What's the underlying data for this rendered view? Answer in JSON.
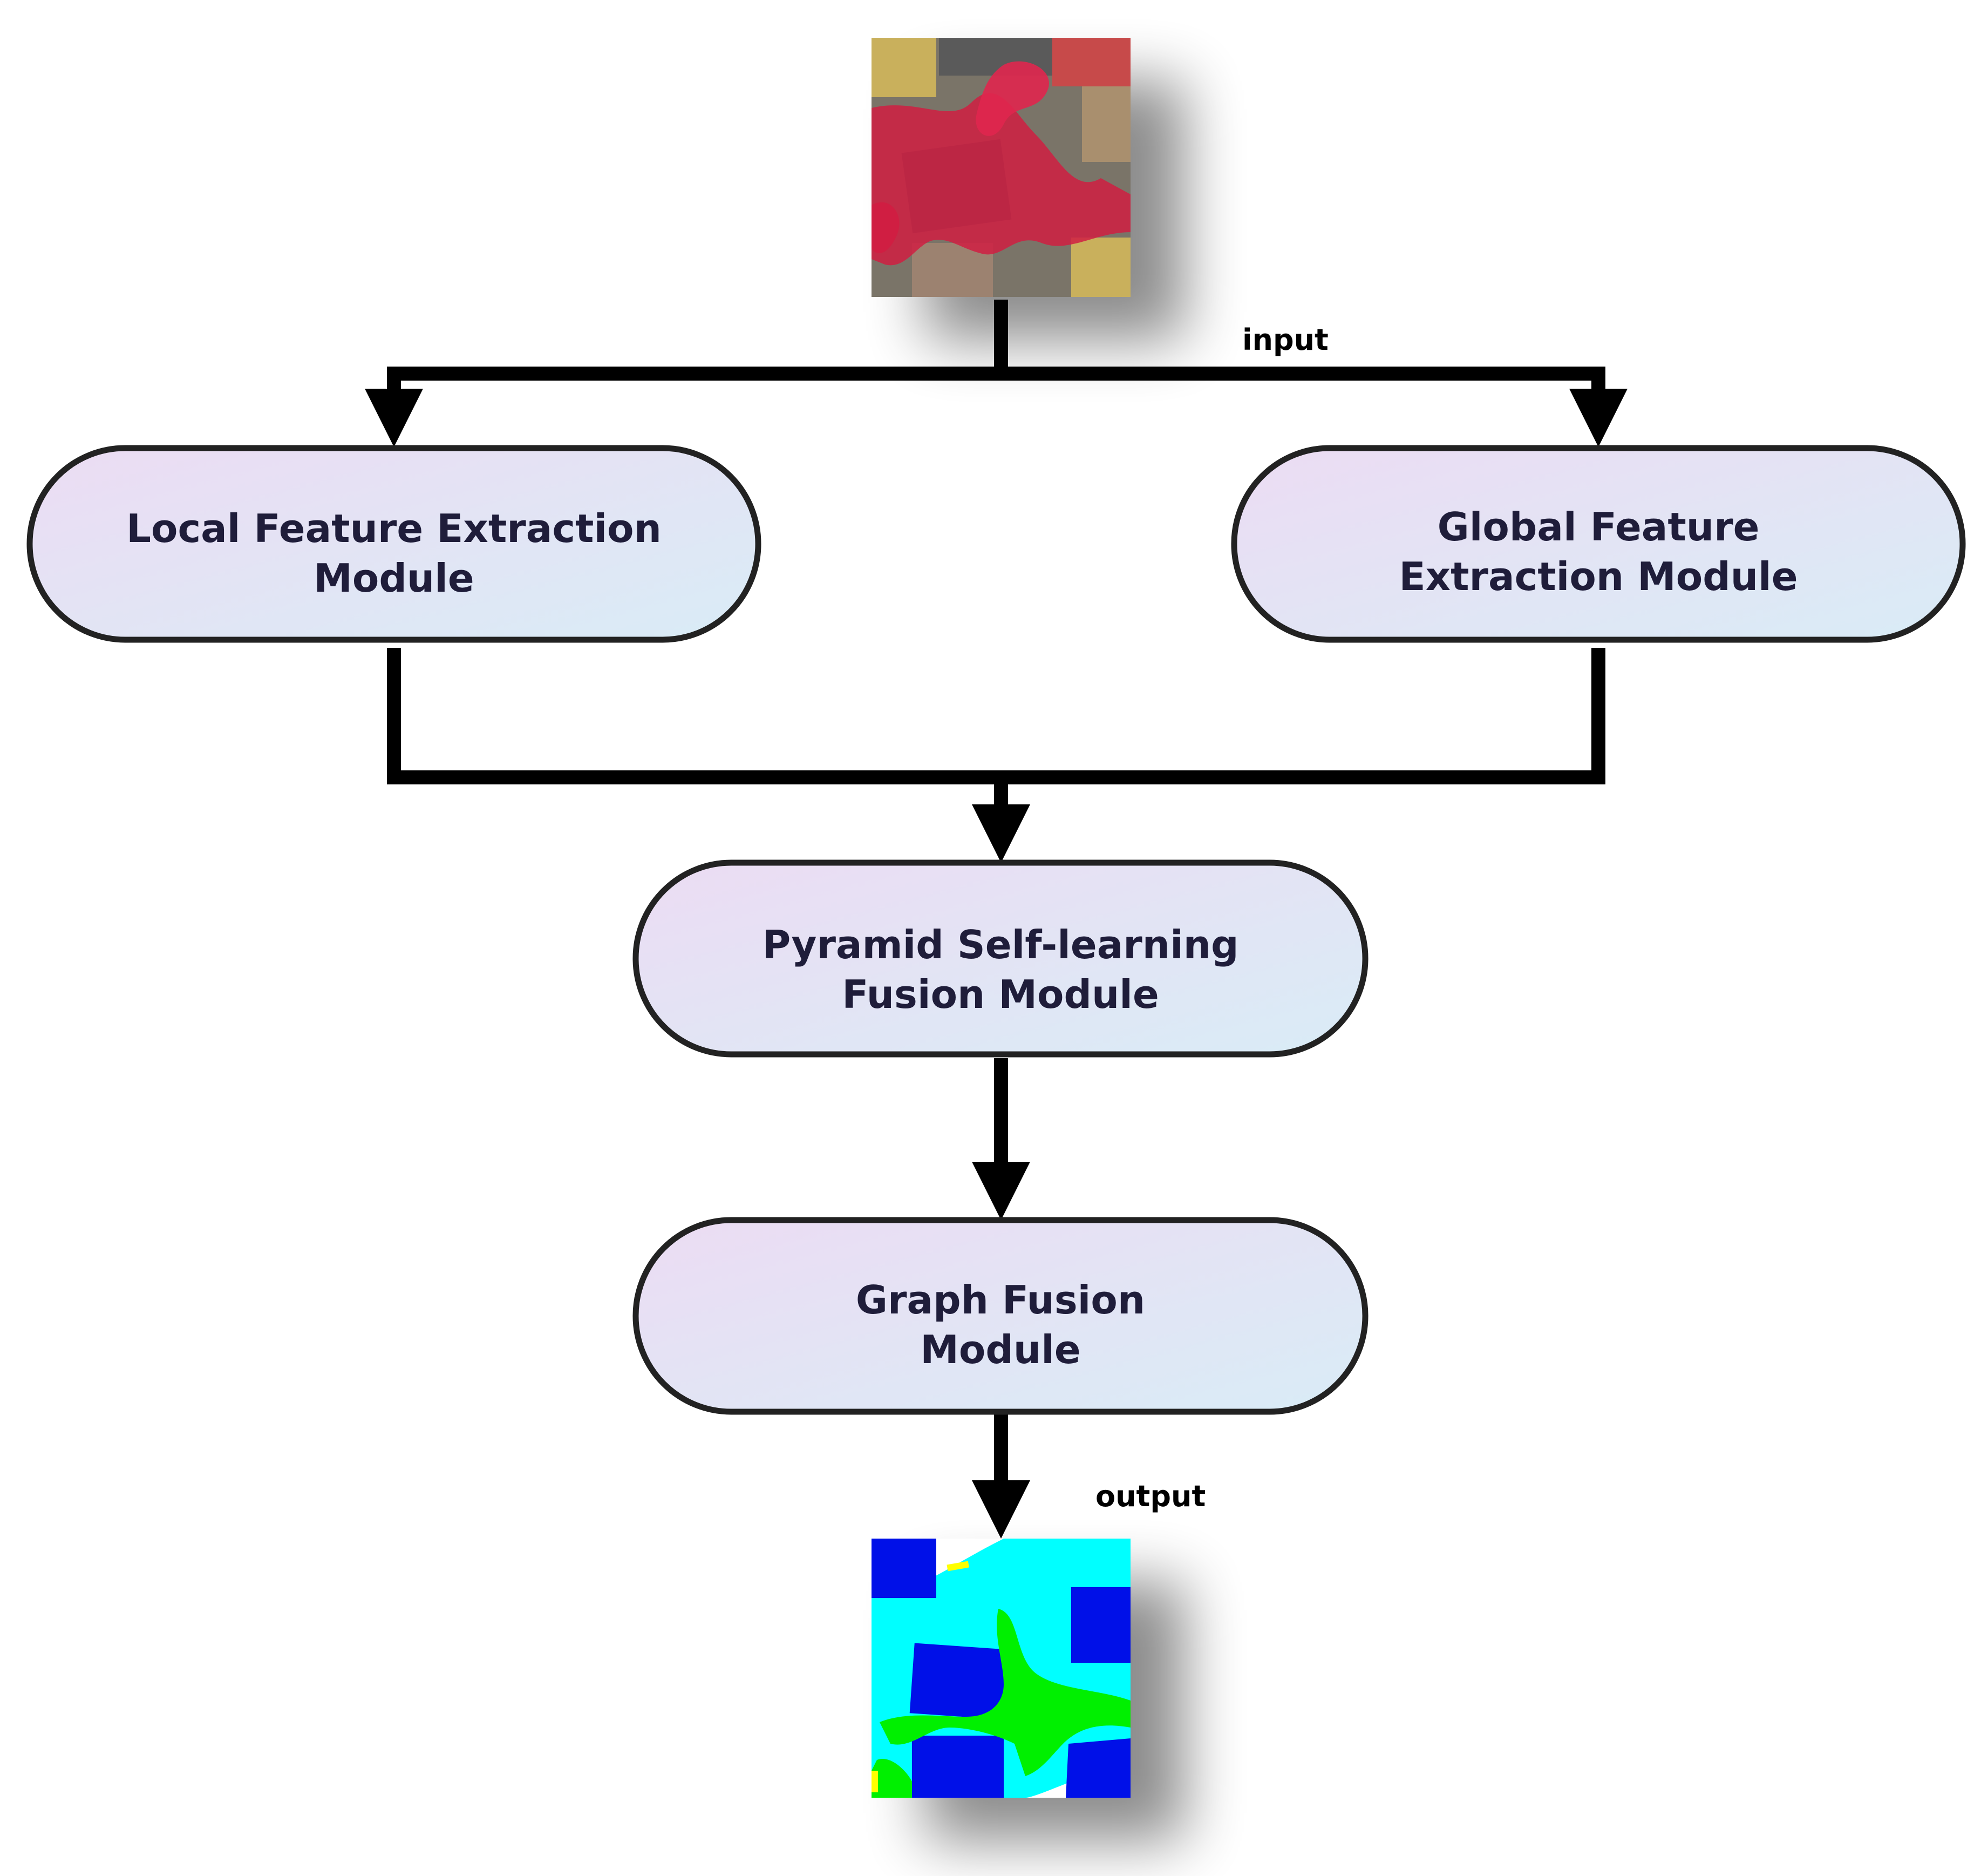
{
  "edge_labels": {
    "input": "input",
    "output": "output"
  },
  "nodes": {
    "local": {
      "line1": "Local Feature Extraction",
      "line2": "Module"
    },
    "global": {
      "line1": "Global Feature",
      "line2": "Extraction Module"
    },
    "pyramid": {
      "line1": "Pyramid Self-learning",
      "line2": "Fusion Module"
    },
    "graph": {
      "line1": "Graph Fusion",
      "line2": "Module"
    }
  },
  "colors": {
    "node_fill_start": "#ecdcf3",
    "node_fill_end": "#d9ecf6",
    "node_stroke": "#222222",
    "arrow": "#000000",
    "input_vegetation": "#d01e42",
    "output_building": "#0010e8",
    "output_low_vegetation": "#00ffff",
    "output_tree": "#00f000",
    "output_surface": "#ffffff",
    "output_car": "#ffff00"
  }
}
